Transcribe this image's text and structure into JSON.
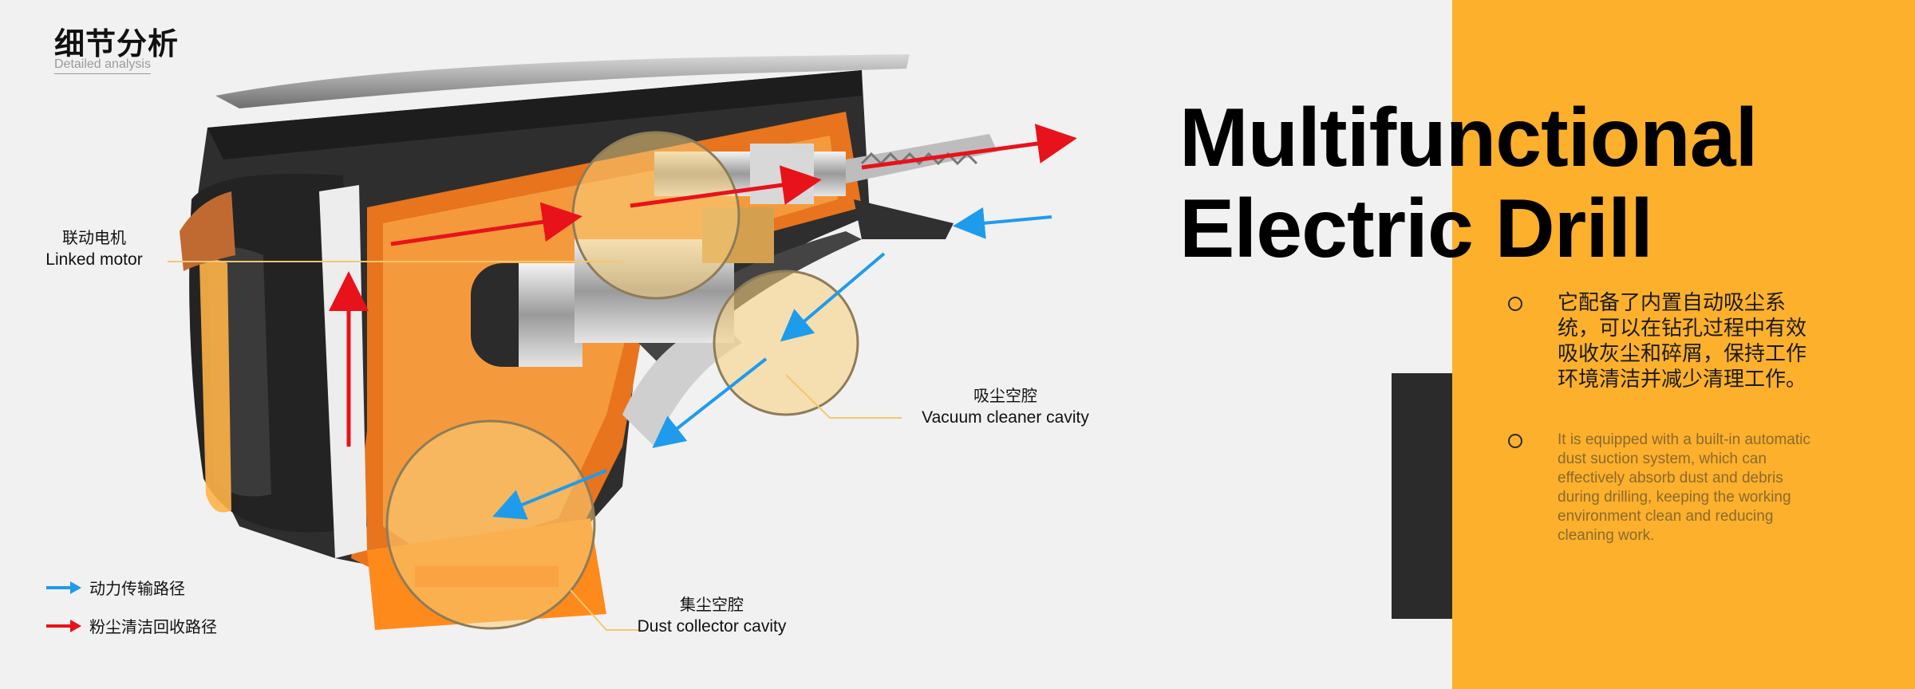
{
  "header": {
    "title": "细节分析",
    "subtitle": "Detailed analysis"
  },
  "product": {
    "title_line1": "Multifunctional",
    "title_line2": "Electric Drill",
    "description_cn": "它配备了内置自动吸尘系统，可以在钻孔过程中有效吸收灰尘和碎屑，保持工作环境清洁并减少清理工作。",
    "description_en": " It is equipped with a built-in automatic dust suction system, which can effectively absorb dust and debris during drilling, keeping the working environment clean and reducing cleaning work."
  },
  "callouts": {
    "motor": {
      "cn": "联动电机",
      "en": "Linked motor"
    },
    "vacuum": {
      "cn": "吸尘空腔",
      "en": "Vacuum cleaner cavity"
    },
    "collector": {
      "cn": "集尘空腔",
      "en": "Dust collector cavity"
    }
  },
  "legend": [
    {
      "label": "动力传输路径",
      "color": "#1f9bec"
    },
    {
      "label": "粉尘清洁回收路径",
      "color": "#e8121a"
    }
  ],
  "colors": {
    "accent_orange": "#fdb02c",
    "dark_block": "#2b2b2b",
    "blue_arrow": "#1f9bec",
    "red_arrow": "#e8121a"
  }
}
